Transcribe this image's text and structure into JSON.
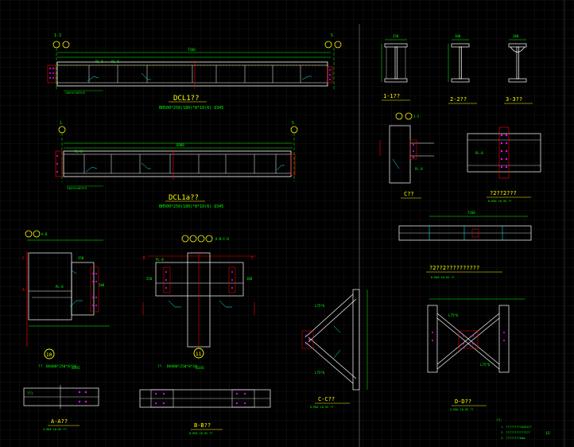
{
  "colors": {
    "background": "#000000",
    "grid": "#1c1c1c",
    "drawing_line": "#ffffff",
    "dimension_line": "#00ff00",
    "title_text": "#ffff00",
    "label_text": "#00ff00",
    "axis_line": "#ff0000",
    "callout_line": "#00ffff",
    "bolt": "#ff00ff"
  },
  "beam_dcl1": {
    "title": "DCL1??",
    "spec": "BH500*250(180)*8*10(6) Q345",
    "axis_left": "1-3",
    "axis_right": "5",
    "pl_left": "PL-8",
    "pl_mid": "PL-8",
    "total_dim": "7260",
    "note": "T40*5*40T5*5"
  },
  "beam_dcl1a": {
    "title": "DCL1a??",
    "spec": "BH500*250(180)*8*10(6) Q345",
    "axis_left": "1",
    "axis_right": "5",
    "pl_left": "PL-8",
    "total_dim": "6980",
    "note": "T40*5*40T5*5"
  },
  "section_1": {
    "title": "1-1??",
    "dim": "250"
  },
  "section_2": {
    "title": "2-2??",
    "dim": "180"
  },
  "section_3": {
    "title": "3-3??",
    "dim": "180"
  },
  "detail_cd": {
    "title": "C??",
    "axis": "1-5",
    "label": "PL-8"
  },
  "detail_b2": {
    "title": "?2??2???",
    "note": "8-M20 10.9S ??",
    "label": "PL-8"
  },
  "beam_long": {
    "title": "?2??2??????????",
    "note": "8-M20 10.9S ??",
    "dim": "7260"
  },
  "node_10": {
    "axis": "A-B",
    "pl": "PL-8",
    "spec": "BH400*250*8*10",
    "spec_grade": "Q345",
    "prefix": "??",
    "tag": "10",
    "dim_a": "250",
    "dim_b": "180"
  },
  "node_11": {
    "axis": "A-B-C-D",
    "pl": "PL-8",
    "spec": "BH400*250*8*10",
    "spec_grade": "Q345",
    "prefix": "??",
    "tag": "11",
    "dim_a": "250",
    "dim_b": "180"
  },
  "section_aa": {
    "title": "A-A??",
    "note": "4-M20 10.9S ??",
    "label": "??1"
  },
  "section_bb": {
    "title": "B-B??",
    "note": "8-M20 10.9S ??"
  },
  "section_cc": {
    "title": "C-C??",
    "note": "8-M20 10.9S ??",
    "brace": "L75*6"
  },
  "section_dd": {
    "title": "D-D??",
    "note": "4-M20 10.9S ??",
    "brace": "L75*6"
  },
  "notes": {
    "heading": "??:",
    "items": [
      "1. ?????????Q345??",
      "2. ??????????????",
      "3. ????????6mm"
    ],
    "suffix": "1S'"
  }
}
